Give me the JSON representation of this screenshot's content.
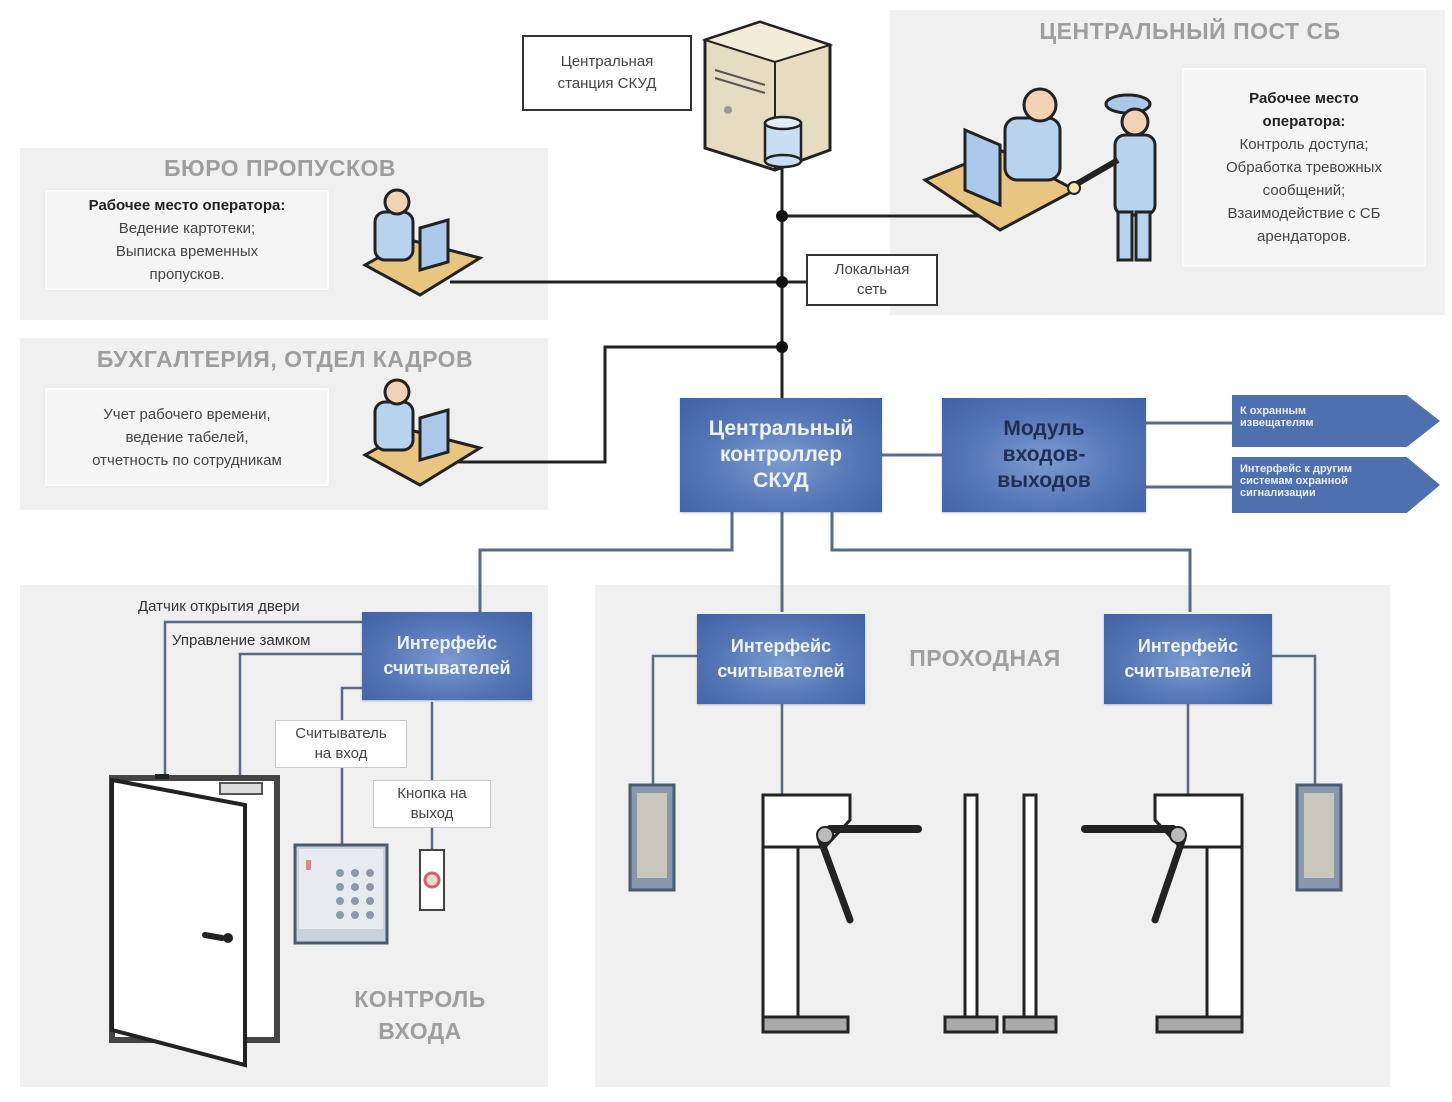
{
  "zones": {
    "central_post": {
      "title": "ЦЕНТРАЛЬНЫЙ ПОСТ СБ",
      "note_heading_1": "Рабочее место",
      "note_heading_2": "оператора:",
      "note_lines": [
        "Контроль доступа;",
        "Обработка тревожных",
        "сообщений;",
        "Взаимодействие с СБ",
        "арендаторов."
      ]
    },
    "pass_bureau": {
      "title": "БЮРО ПРОПУСКОВ",
      "note_heading": "Рабочее место оператора:",
      "note_lines": [
        "Ведение картотеки;",
        "Выписка временных",
        "пропусков."
      ]
    },
    "accounting": {
      "title": "БУХГАЛТЕРИЯ, ОТДЕЛ КАДРОВ",
      "note_lines": [
        "Учет рабочего времени,",
        "ведение табелей,",
        "отчетность по сотрудникам"
      ]
    },
    "entry_control": {
      "title_1": "КОНТРОЛЬ",
      "title_2": "ВХОДА"
    },
    "checkpoint": {
      "title": "ПРОХОДНАЯ"
    }
  },
  "labels": {
    "central_station_1": "Центральная",
    "central_station_2": "станция СКУД",
    "local_network_1": "Локальная",
    "local_network_2": "сеть",
    "door_sensor": "Датчик открытия двери",
    "lock_control": "Управление замком",
    "entry_reader_1": "Считыватель",
    "entry_reader_2": "на вход",
    "exit_button_1": "Кнопка на",
    "exit_button_2": "выход"
  },
  "blocks": {
    "central_controller": [
      "Центральный",
      "контроллер",
      "СКУД"
    ],
    "io_module": [
      "Модуль",
      "входов-",
      "выходов"
    ],
    "reader_interface_door": [
      "Интерфейс",
      "считывателей"
    ],
    "reader_interface_left": [
      "Интерфейс",
      "считывателей"
    ],
    "reader_interface_right": [
      "Интерфейс",
      "считывателей"
    ]
  },
  "outputs": {
    "security_detectors": [
      "К охранным",
      "извещателям"
    ],
    "other_alarm_systems": [
      "Интерфейс к другим",
      "системам охранной",
      "сигнализации"
    ]
  },
  "colors": {
    "zone_bg": "#f0f0f0",
    "block_blue": "#4f70ae",
    "zone_title": "#9e9e9e",
    "network_line": "#222222",
    "device_line": "#5a6a82"
  }
}
